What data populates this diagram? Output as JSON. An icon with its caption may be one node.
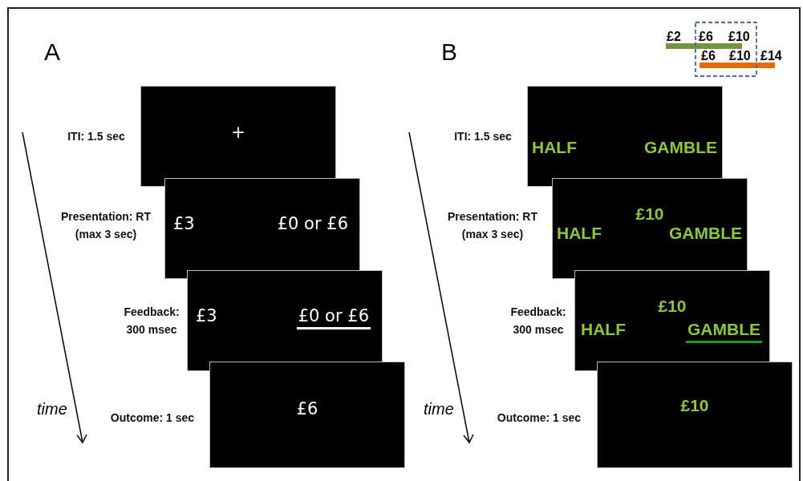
{
  "diagram": {
    "nodes": [
      {
        "text": [
          "+"
        ],
        "beside": [
          "ITI: 1.5 sec"
        ]
      },
      {
        "text": [
          "£3",
          "£0 or £6"
        ],
        "beside": [
          "Presentation: RT (max 3 sec)"
        ]
      },
      {
        "text": [
          "£3",
          "£0 or £6"
        ],
        "beside": [
          "Feedback: 300 msec"
        ]
      },
      {
        "text": [
          "£6"
        ],
        "beside": [
          "Outcome:  1 sec"
        ]
      },
      {
        "text": [
          "HALF",
          "GAMBLE"
        ],
        "beside": [
          "ITI: 1.5 sec"
        ]
      },
      {
        "text": [
          "£10",
          "HALF",
          "GAMBLE"
        ],
        "beside": [
          "Presentation: RT (max 3 sec)"
        ]
      },
      {
        "text": [
          "£10",
          "HALF",
          "GAMBLE"
        ],
        "beside": [
          "Feedback: 300 msec"
        ]
      },
      {
        "text": [
          "£10"
        ],
        "beside": [
          "Outcome:  1 sec"
        ]
      }
    ],
    "edges": [],
    "labels": [
      "A",
      "£2",
      "£6",
      "£10",
      "B",
      "£6",
      "£10",
      "£14",
      "time",
      "time"
    ]
  }
}
